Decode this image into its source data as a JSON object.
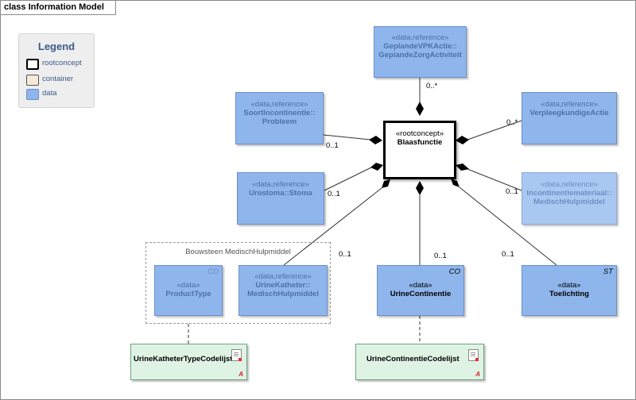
{
  "frame_title": "class Information Model",
  "legend": {
    "title": "Legend",
    "items": [
      {
        "label": "rootconcept",
        "color": "#ffffff",
        "border": "#000000"
      },
      {
        "label": "container",
        "color": "#f5e9dc",
        "border": "#777777"
      },
      {
        "label": "data",
        "color": "#8fb6ec",
        "border": "#6b8fc9"
      }
    ]
  },
  "group": {
    "title": "Bouwsteen MedischHulpmiddel"
  },
  "classes": {
    "root": {
      "stereo": "«rootconcept»",
      "name": "Blaasfunctie"
    },
    "gepland": {
      "stereo": "«data,reference»",
      "name1": "GeplandeVPKActie::",
      "name2": "GeplandeZorgActiviteit"
    },
    "soort": {
      "stereo": "«data,reference»",
      "name1": "SoortIncontinentie::",
      "name2": "Probleem"
    },
    "vpk": {
      "stereo": "«data,reference»",
      "name1": "VerpleegkundigeActie"
    },
    "urostoma": {
      "stereo": "«data,reference»",
      "name1": "Urostoma::Stoma"
    },
    "incont": {
      "stereo": "«data,reference»",
      "name1": "Incontinentiemateriaal::",
      "name2": "MedischHulpmiddel"
    },
    "producttype": {
      "stereo": "«data»",
      "name1": "ProductType",
      "tag": "CD"
    },
    "katheter": {
      "stereo": "«data,reference»",
      "name1": "UrineKatheter::",
      "name2": "MedischHulpmiddel"
    },
    "urinecont": {
      "stereo": "«data»",
      "name1": "UrineContinentie",
      "tag": "CO"
    },
    "toelichting": {
      "stereo": "«data»",
      "name1": "Toelichting",
      "tag": "ST"
    }
  },
  "codelists": {
    "katheter_type": {
      "name": "UrineKatheterTypeCodelijst",
      "mark": "A"
    },
    "continentie": {
      "name": "UrineContinentieCodelijst",
      "mark": "A"
    }
  },
  "multiplicities": {
    "gepland": "0..*",
    "vpk": "0..*",
    "soort": "0..1",
    "urostoma": "0..1",
    "incont": "0..1",
    "katheter": "0..1",
    "urinecont": "0..1",
    "toelichting": "0..1"
  }
}
